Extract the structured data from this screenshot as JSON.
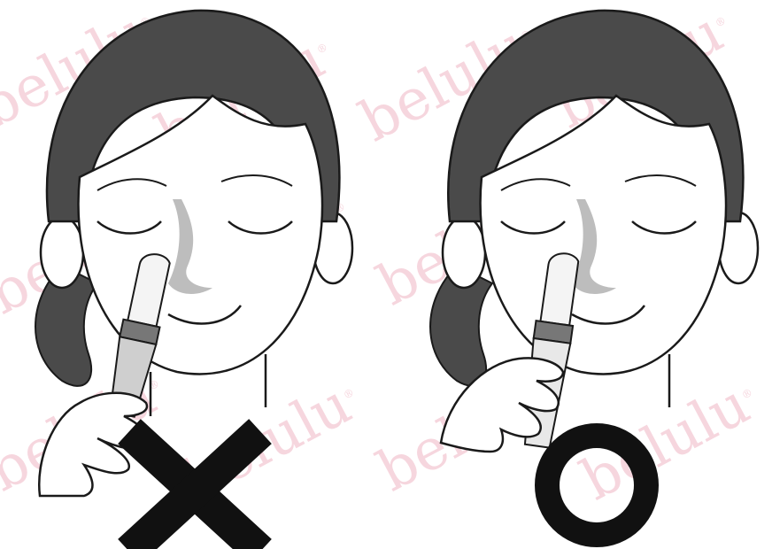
{
  "watermark": {
    "text": "belulu",
    "mark": "®",
    "color": "#f6d6de"
  },
  "panels": [
    {
      "id": "wrong",
      "verdict_symbol": "✕",
      "verdict_meaning": "incorrect",
      "applicator_angle": "tilted"
    },
    {
      "id": "right",
      "verdict_symbol": "○",
      "verdict_meaning": "correct",
      "applicator_angle": "upright"
    }
  ],
  "colors": {
    "hair": "#4a4a4a",
    "skin": "#ffffff",
    "outline": "#1a1a1a",
    "nose_shade": "#bdbdbd",
    "applicator_body": "#cfcfcf",
    "symbol": "#111111"
  }
}
